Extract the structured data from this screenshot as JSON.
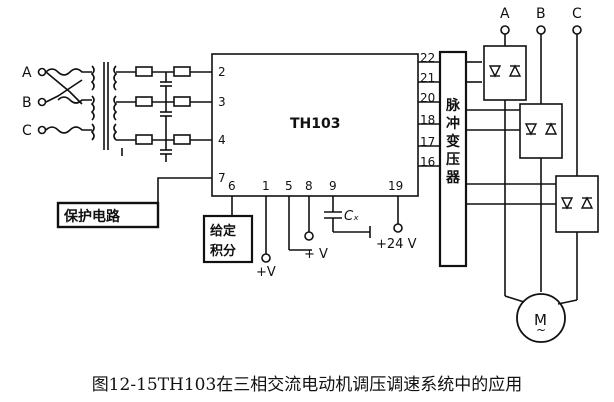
{
  "phases": {
    "a": "A",
    "b": "B",
    "c": "C"
  },
  "chip": {
    "name": "TH103",
    "left_pins": [
      "2",
      "3",
      "4",
      "7"
    ],
    "right_pins": [
      "22",
      "21",
      "20",
      "18",
      "17",
      "16"
    ],
    "bottom_pins": [
      "6",
      "1",
      "5",
      "8",
      "9",
      "19"
    ]
  },
  "blocks": {
    "pulse_transformer": [
      "脉",
      "冲",
      "变",
      "压",
      "器"
    ],
    "protection": "保护电路",
    "setpoint_line1": "给定",
    "setpoint_line2": "积分"
  },
  "labels": {
    "plus_v_1": "+V",
    "plus_v_2": "+ V",
    "cx": "Cₓ",
    "plus_24v": "+24 V",
    "motor": "M",
    "motor_tilde": "~"
  },
  "caption": "图12-15TH103在三相交流电动机调压调速系统中的应用"
}
